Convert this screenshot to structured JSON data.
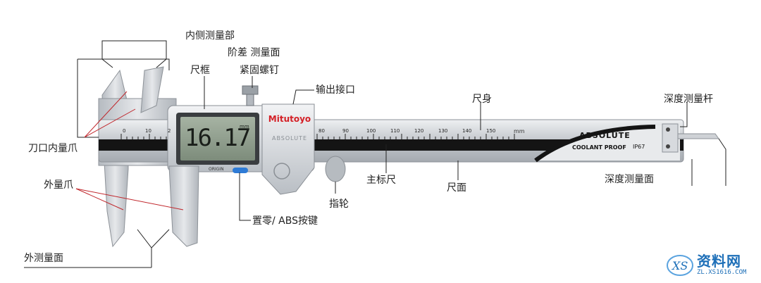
{
  "labels": {
    "inner_jaw_part": "内侧测量部",
    "step_face": "阶差 测量面",
    "slider": "尺框",
    "lock_screw": "紧固螺钉",
    "output_port": "输出接口",
    "beam": "尺身",
    "knife_edge_jaws": "刀口内量爪",
    "depth_rod": "深度测量杆",
    "outside_jaws": "外量爪",
    "main_scale": "主标尺",
    "scale_face": "尺面",
    "depth_face": "深度测量面",
    "thumb_roller": "指轮",
    "origin_abs_button": "置零/ ABS按键",
    "outside_face": "外测量面"
  },
  "device": {
    "display_value": "16.17",
    "display_unit": "mm",
    "brand": "Mitutoyo",
    "faceplate_text": "ABSOLUTE",
    "origin_label": "ORIGIN",
    "beam_logo": "ABSOLUTE",
    "coolant_text": "COOLANT PROOF",
    "ip_rating": "IP67",
    "scale_unit": "mm",
    "scale_numbers_left": [
      "0",
      "10",
      "2"
    ],
    "scale_numbers_right": [
      "80",
      "90",
      "100",
      "110",
      "120",
      "130",
      "140",
      "150"
    ]
  },
  "watermark": {
    "main": "资料网",
    "sub": "ZL.XS1616.COM"
  },
  "colors": {
    "metal": "#c9ccd0",
    "black_band": "#141414",
    "display_bg": "#8c9a8a",
    "brand_red": "#d42027",
    "leader_red": "#c0262b",
    "watermark_blue": "#1d6fb8"
  }
}
